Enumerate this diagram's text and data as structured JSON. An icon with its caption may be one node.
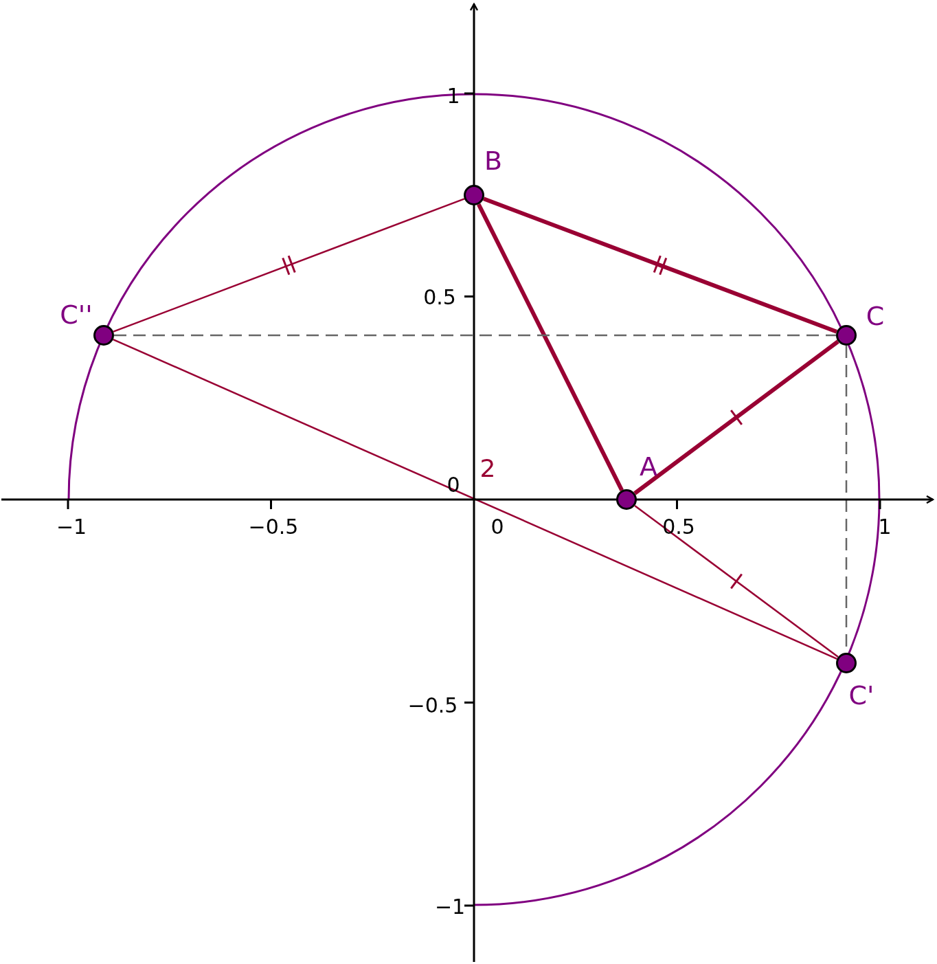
{
  "diagram": {
    "nodes": [
      {
        "text": [
          "B"
        ]
      },
      {
        "text": [
          "C''"
        ]
      },
      {
        "text": [
          "C"
        ]
      },
      {
        "text": [
          "A"
        ]
      },
      {
        "text": [
          "C'"
        ]
      }
    ],
    "edges": [
      {
        "from": 0,
        "to": 1,
        "arrow": "none"
      },
      {
        "from": 0,
        "to": 2,
        "arrow": "none",
        "style": "thick"
      },
      {
        "from": 0,
        "to": 3,
        "arrow": "none",
        "style": "thick"
      },
      {
        "from": 3,
        "to": 2,
        "arrow": "none",
        "style": "thick"
      },
      {
        "from": 3,
        "to": 4,
        "arrow": "none"
      },
      {
        "from": 1,
        "to": 4,
        "arrow": "none"
      },
      {
        "from": 1,
        "to": 2,
        "arrow": "none",
        "style": "dashed",
        "color": "#666666"
      },
      {
        "from": 2,
        "to": 4,
        "arrow": "none",
        "style": "dashed",
        "color": "#666666"
      }
    ],
    "labels": [
      "1",
      "0.5",
      "2",
      "0",
      "−1",
      "−0.5",
      "0",
      "0.5",
      "1",
      "−0.5",
      "−1"
    ]
  }
}
